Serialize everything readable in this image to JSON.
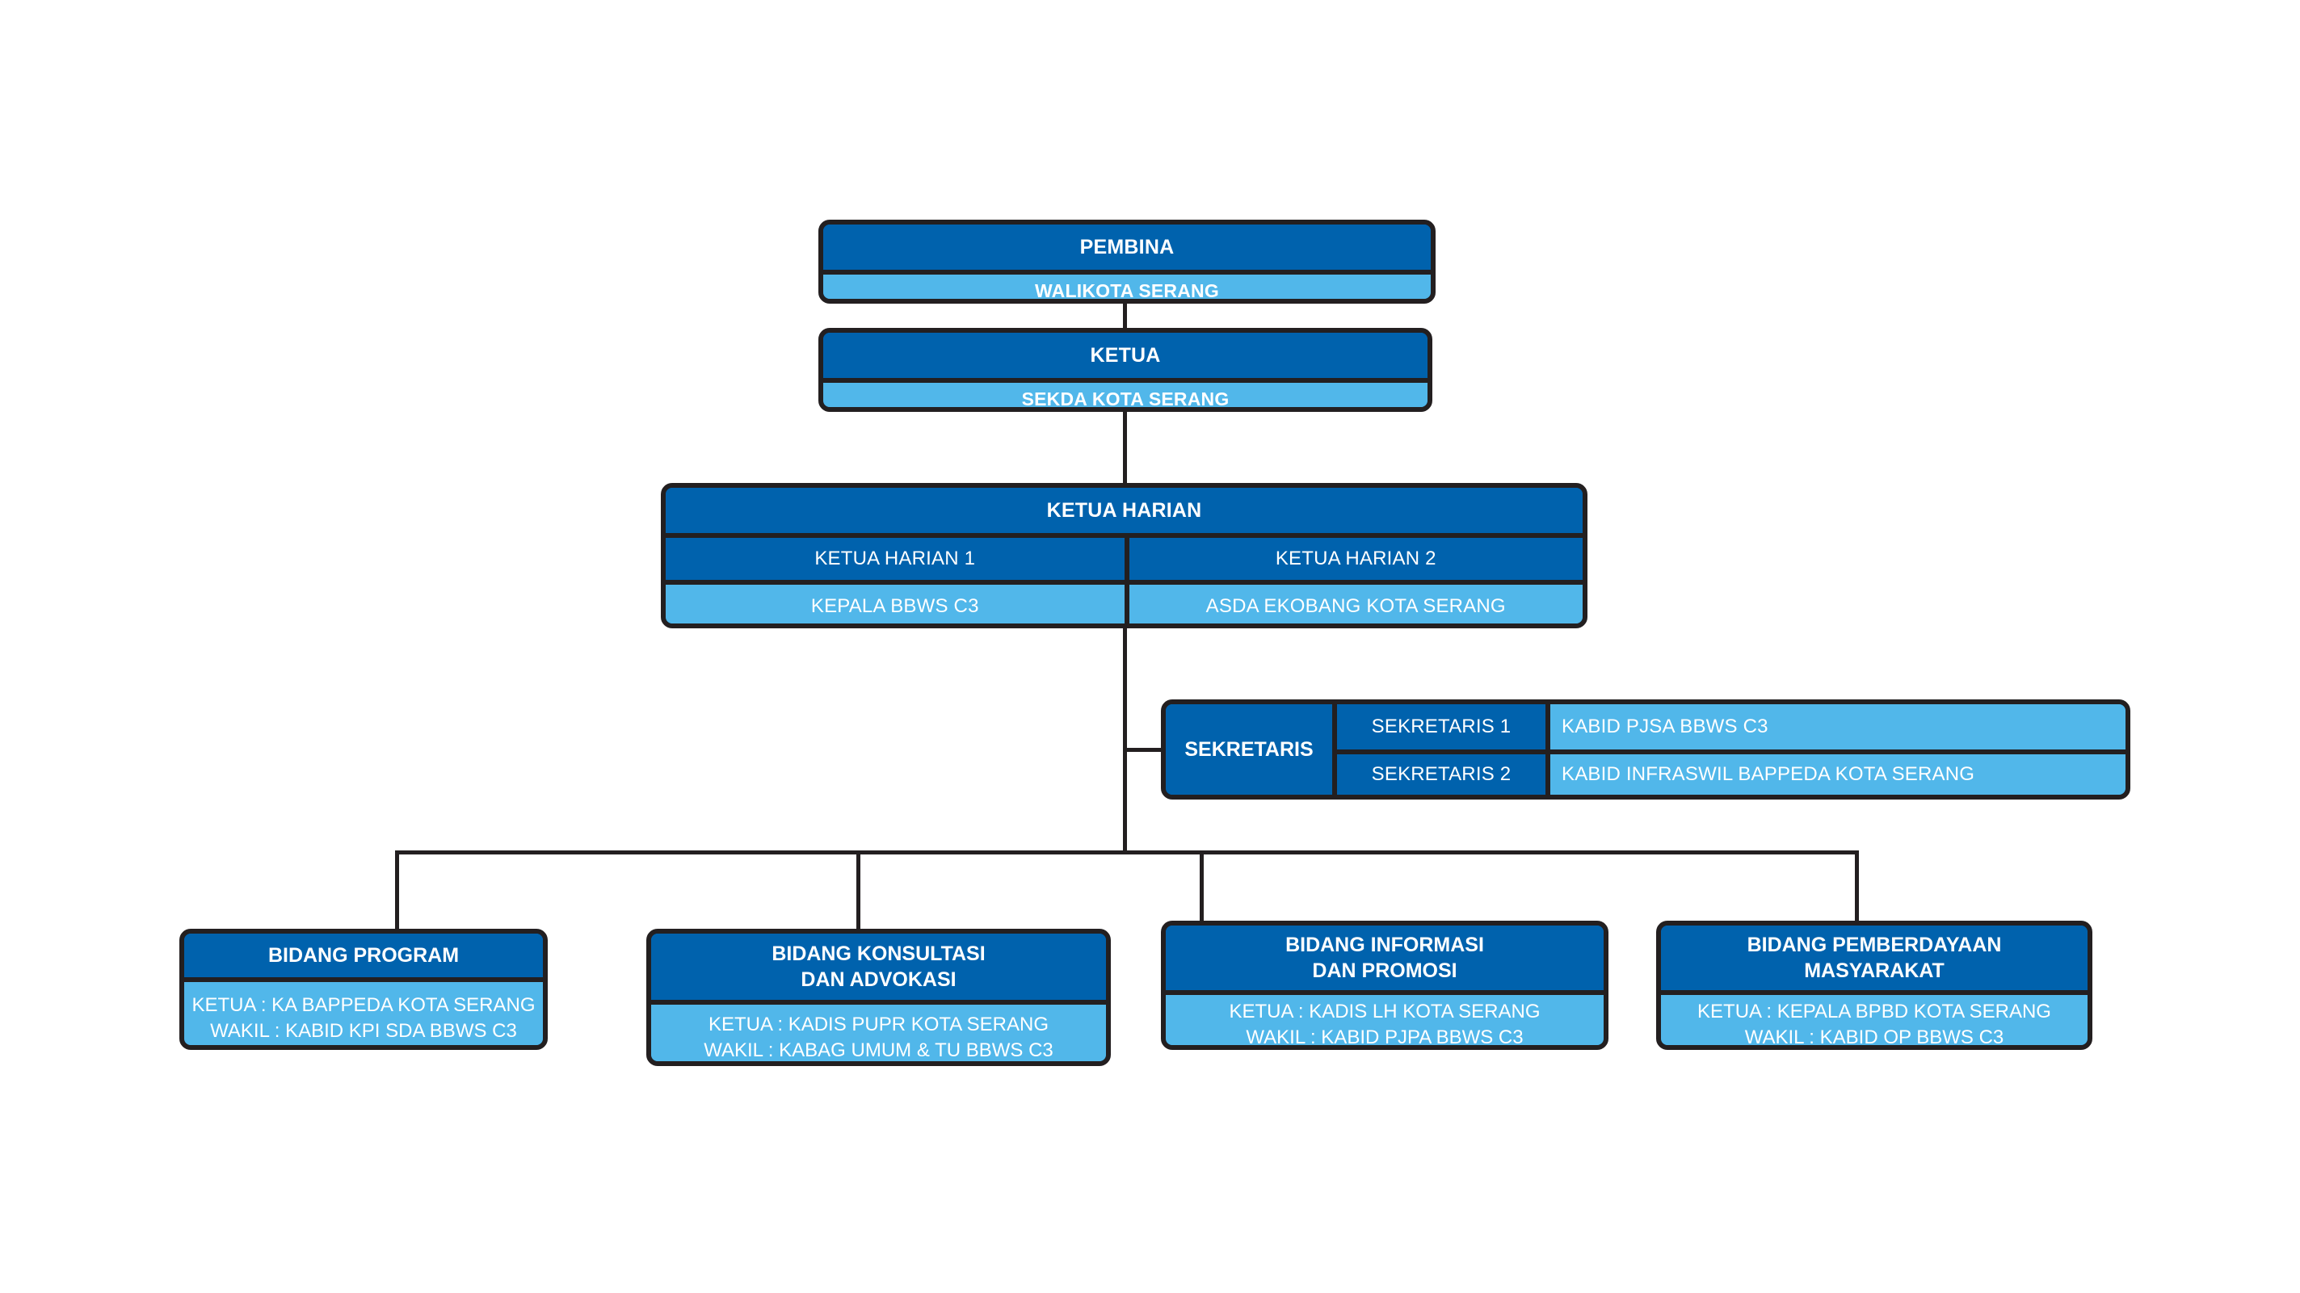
{
  "diagram": {
    "type": "organization-chart",
    "colors": {
      "dark_blue": "#0062AD",
      "light_blue": "#51B7EA",
      "outline": "#231F20",
      "background": "#FFFFFF",
      "text": "#FFFFFF"
    }
  },
  "pembina": {
    "title": "PEMBINA",
    "holder": "WALIKOTA SERANG"
  },
  "ketua": {
    "title": "KETUA",
    "holder": "SEKDA KOTA SERANG"
  },
  "ketua_harian": {
    "title": "KETUA HARIAN",
    "slots": [
      {
        "role": "KETUA HARIAN 1",
        "holder": "KEPALA BBWS C3"
      },
      {
        "role": "KETUA HARIAN 2",
        "holder": "ASDA EKOBANG KOTA SERANG"
      }
    ]
  },
  "sekretaris": {
    "label": "SEKRETARIS",
    "slots": [
      {
        "role": "SEKRETARIS 1",
        "holder": "KABID PJSA BBWS C3"
      },
      {
        "role": "SEKRETARIS 2",
        "holder": "KABID INFRASWIL BAPPEDA KOTA SERANG"
      }
    ]
  },
  "bidang": [
    {
      "title_line1": "BIDANG PROGRAM",
      "title_line2": "",
      "ketua": "KETUA : KA BAPPEDA KOTA SERANG",
      "wakil": "WAKIL : KABID KPI SDA BBWS C3"
    },
    {
      "title_line1": "BIDANG KONSULTASI",
      "title_line2": "DAN ADVOKASI",
      "ketua": "KETUA : KADIS PUPR KOTA SERANG",
      "wakil": "WAKIL : KABAG UMUM & TU BBWS C3"
    },
    {
      "title_line1": "BIDANG INFORMASI",
      "title_line2": "DAN PROMOSI",
      "ketua": "KETUA : KADIS LH KOTA SERANG",
      "wakil": "WAKIL : KABID PJPA BBWS C3"
    },
    {
      "title_line1": "BIDANG PEMBERDAYAAN",
      "title_line2": "MASYARAKAT",
      "ketua": "KETUA : KEPALA BPBD KOTA SERANG",
      "wakil": "WAKIL : KABID OP BBWS C3"
    }
  ]
}
